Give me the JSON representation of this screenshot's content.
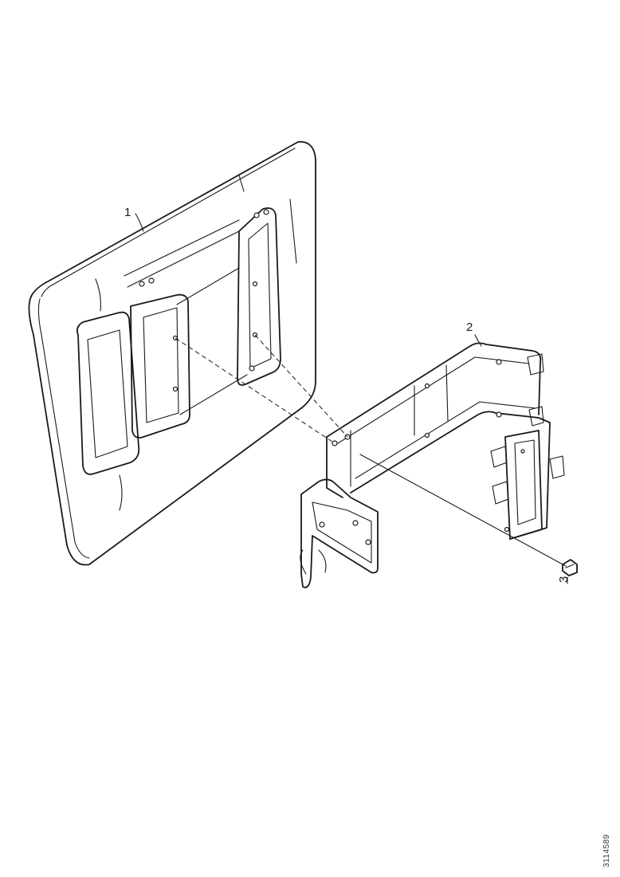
{
  "figure": {
    "callouts": [
      {
        "id": "c1",
        "label": "1"
      },
      {
        "id": "c2",
        "label": "2"
      },
      {
        "id": "c3",
        "label": "3"
      }
    ],
    "figure_id": "3114589"
  }
}
